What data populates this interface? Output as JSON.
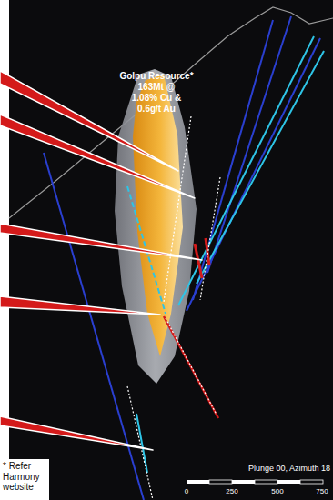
{
  "diagram": {
    "nodes": [
      {
        "text": [
          "* Refer Harmony website"
        ]
      }
    ],
    "labels": [
      "Golpu Resource*",
      "163Mt @",
      "1.08% Cu &",
      "0.6g/t Au",
      "Plunge 00, Azimuth 18",
      "0",
      "250",
      "500",
      "750"
    ]
  }
}
